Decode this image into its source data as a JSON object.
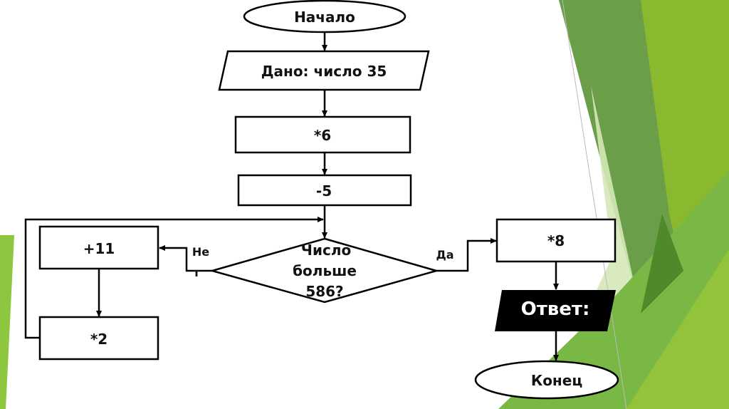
{
  "flowchart": {
    "start": "Начало",
    "input": "Дано: число 35",
    "step1": "*6",
    "step2": "-5",
    "condition": [
      "Число",
      "больше",
      "586?"
    ],
    "no_label": [
      "Не",
      "т"
    ],
    "yes_label": "Да",
    "no_step1": "+11",
    "no_step2": "*2",
    "yes_step": "*8",
    "output": "Ответ:",
    "end": "Конец"
  },
  "colors": {
    "accent_dark": "#5b9a3a",
    "accent_light": "#8dc63f",
    "accent_pale": "#d6e8b8"
  }
}
